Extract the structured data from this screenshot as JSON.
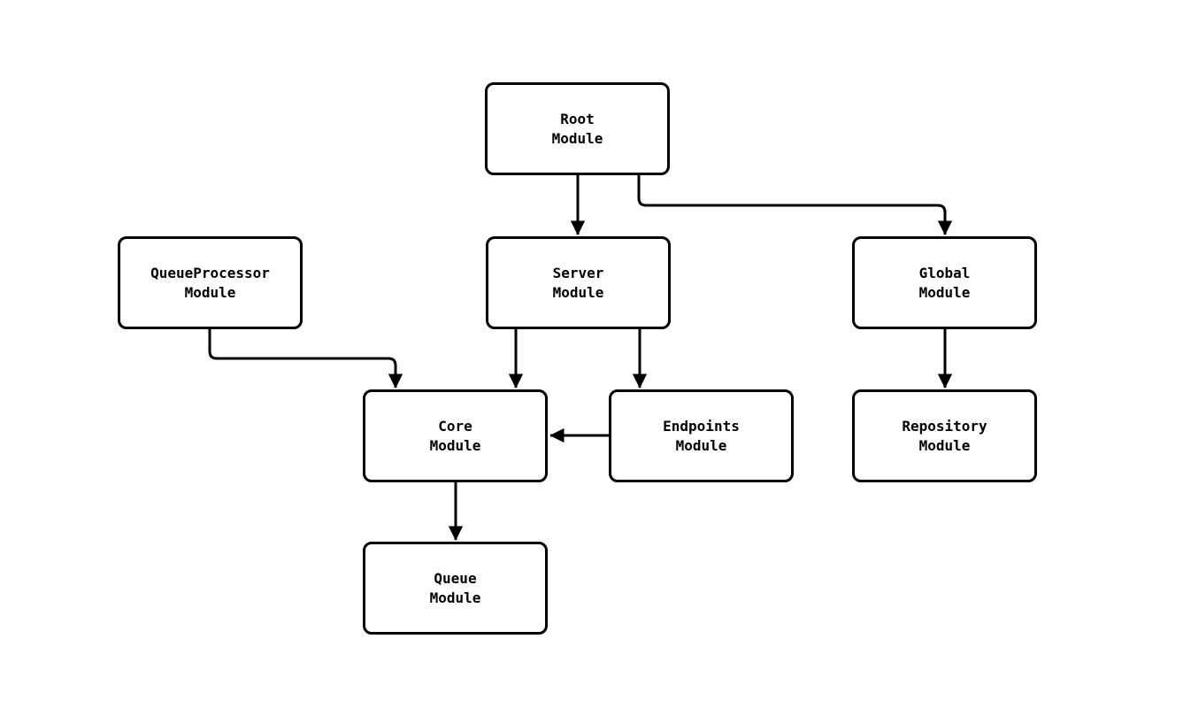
{
  "diagram": {
    "type": "module-dependency-graph",
    "colors": {
      "background": "#ffffff",
      "node_fill": "#ffffff",
      "node_border": "#000000",
      "edge": "#000000",
      "text": "#000000"
    },
    "nodes": [
      {
        "id": "root",
        "label": "Root\nModule"
      },
      {
        "id": "server",
        "label": "Server\nModule"
      },
      {
        "id": "global",
        "label": "Global\nModule"
      },
      {
        "id": "queueprocessor",
        "label": "QueueProcessor\nModule"
      },
      {
        "id": "core",
        "label": "Core\nModule"
      },
      {
        "id": "endpoints",
        "label": "Endpoints\nModule"
      },
      {
        "id": "repository",
        "label": "Repository\nModule"
      },
      {
        "id": "queue",
        "label": "Queue\nModule"
      }
    ],
    "edges": [
      {
        "from": "Root Module",
        "to": "Server Module"
      },
      {
        "from": "Root Module",
        "to": "Global Module"
      },
      {
        "from": "QueueProcessor Module",
        "to": "Core Module"
      },
      {
        "from": "Server Module",
        "to": "Core Module"
      },
      {
        "from": "Server Module",
        "to": "Endpoints Module"
      },
      {
        "from": "Global Module",
        "to": "Repository Module"
      },
      {
        "from": "Endpoints Module",
        "to": "Core Module"
      },
      {
        "from": "Core Module",
        "to": "Queue Module"
      }
    ]
  }
}
